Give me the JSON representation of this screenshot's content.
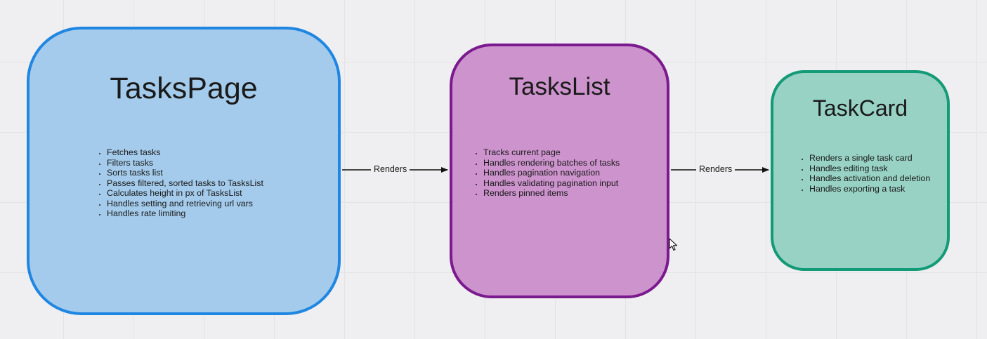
{
  "diagram": {
    "nodes": [
      {
        "id": "tasks-page",
        "title": "TasksPage",
        "border_color": "#1f86e2",
        "fill_color": "#a4cbeb",
        "items": [
          "Fetches tasks",
          "Filters tasks",
          "Sorts tasks list",
          "Passes filtered, sorted tasks to TasksList",
          "Calculates height in px of TasksList",
          "Handles setting and retrieving url vars",
          "Handles rate limiting"
        ]
      },
      {
        "id": "tasks-list",
        "title": "TasksList",
        "border_color": "#7b1a8f",
        "fill_color": "#cc93cc",
        "items": [
          "Tracks current page",
          "Handles rendering batches of tasks",
          "Handles pagination navigation",
          "Handles validating pagination input",
          "Renders pinned items"
        ]
      },
      {
        "id": "task-card",
        "title": "TaskCard",
        "border_color": "#139a76",
        "fill_color": "#98d2c5",
        "items": [
          "Renders a single task card",
          "Handles editing task",
          "Handles activation and deletion",
          "Handles exporting a task"
        ]
      }
    ],
    "edges": [
      {
        "from": "tasks-page",
        "to": "tasks-list",
        "label": "Renders"
      },
      {
        "from": "tasks-list",
        "to": "task-card",
        "label": "Renders"
      }
    ],
    "canvas_background": "#efeef0",
    "grid_color": "#e3e2e5"
  },
  "cursor": {
    "icon": "mouse-pointer-icon"
  }
}
